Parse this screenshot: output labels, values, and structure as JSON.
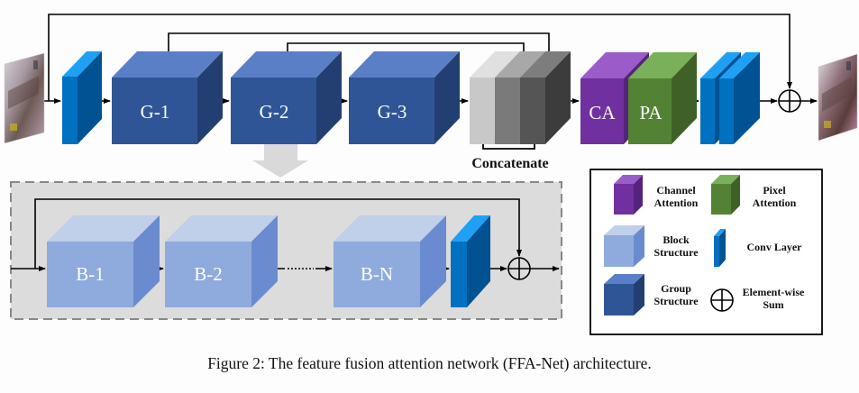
{
  "figure": {
    "caption": "Figure 2: The feature fusion attention network (FFA-Net) architecture.",
    "colors": {
      "group_front": "#2f5597",
      "group_top": "#5b7fc7",
      "group_side": "#233f72",
      "block_front": "#8faadc",
      "block_top": "#c0cfea",
      "block_side": "#6a8bcf",
      "conv_front": "#0070c0",
      "conv_top": "#1ea0f5",
      "conv_side": "#005293",
      "ca_front": "#7030a0",
      "ca_top": "#9a5cc9",
      "ca_side": "#56237c",
      "pa_front": "#548235",
      "pa_top": "#7ab05a",
      "pa_side": "#3f6127",
      "concat": [
        "#c8c8c8",
        "#7a7a7a",
        "#555555"
      ],
      "concat_top": [
        "#e0e0e0",
        "#a8a8a8",
        "#7d7d7d"
      ],
      "concat_side": "#3c3c3c",
      "panel_fill": "#dcdcdc",
      "panel_border": "#888888",
      "down_arrow": "#d9d9d9"
    },
    "main_pipeline": {
      "groups": [
        "G-1",
        "G-2",
        "G-3"
      ],
      "attention": [
        "CA",
        "PA"
      ],
      "concat_label": "Concatenate"
    },
    "group_detail": {
      "blocks": [
        "B-1",
        "B-2",
        "B-N"
      ],
      "ellipsis": "······"
    },
    "legend": {
      "items": [
        {
          "key": "channel-attention",
          "label_lines": [
            "Channel",
            "Attention"
          ]
        },
        {
          "key": "pixel-attention",
          "label_lines": [
            "Pixel",
            "Attention"
          ]
        },
        {
          "key": "block-structure",
          "label_lines": [
            "Block",
            "Structure"
          ]
        },
        {
          "key": "conv-layer",
          "label_lines": [
            "Conv Layer"
          ]
        },
        {
          "key": "group-structure",
          "label_lines": [
            "Group",
            "Structure"
          ]
        },
        {
          "key": "element-wise-sum",
          "label_lines": [
            "Element-wise",
            "Sum"
          ]
        }
      ]
    }
  }
}
